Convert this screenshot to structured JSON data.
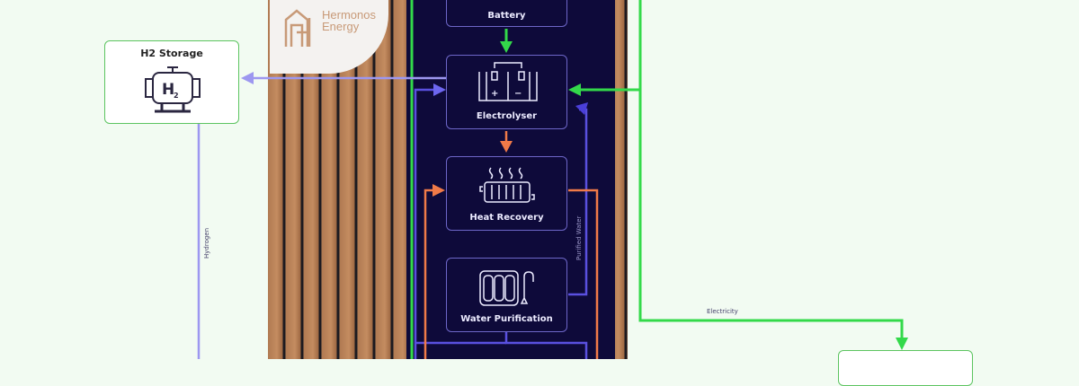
{
  "brand": {
    "name_line1": "Hermonos",
    "name_line2": "Energy"
  },
  "nodes": {
    "h2_storage": {
      "label": "H2 Storage",
      "icon_text": "H",
      "icon_sub": "2"
    },
    "battery": {
      "label": "Battery"
    },
    "electrolyser": {
      "label": "Electrolyser",
      "plus": "+",
      "minus": "−"
    },
    "heat_recovery": {
      "label": "Heat Recovery"
    },
    "water_purification": {
      "label": "Water Purification"
    }
  },
  "flows": {
    "hydrogen": "Hydrogen",
    "purified_water": "Purified Water",
    "electricity": "Electricity"
  },
  "colors": {
    "electricity": "#33d94a",
    "hydrogen": "#9d97f0",
    "water": "#4a3fd8",
    "heat": "#f07a48",
    "panel": "#0e0a3a"
  }
}
